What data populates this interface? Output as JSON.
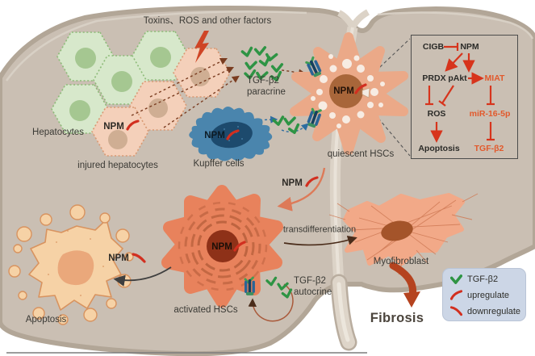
{
  "title": "Toxins、ROS and other factors",
  "labels": {
    "hepatocytes": "Hepatocytes",
    "injured_hepatocytes": "injured hepatocytes",
    "kupffer_cells": "Kupffer cells",
    "quiescent_hscs": "quiescent HSCs",
    "activated_hscs": "activated HSCs",
    "myofibroblast": "Myofibroblast",
    "apoptosis": "Apoptosis",
    "fibrosis": "Fibrosis",
    "transdifferentiation": "transdifferentiation",
    "npm": "NPM",
    "tgf_b2_paracrine": "TGF-β2\nparacrine",
    "tgf_b2_autocrine": "TGF-β2\nautocrine"
  },
  "pathway": {
    "nodes": {
      "cigb": "CIGB",
      "npm": "NPM",
      "prdx": "PRDX",
      "pakt": "pAkt",
      "miat": "MIAT",
      "ros": "ROS",
      "mir_16_5p": "miR-16-5p",
      "apoptosis": "Apoptosis",
      "tgf_b2": "TGF-β2"
    },
    "edges": [
      {
        "from": "CIGB",
        "to": "NPM",
        "effect": "inhibits"
      },
      {
        "from": "NPM",
        "to": "PRDX",
        "effect": "activates"
      },
      {
        "from": "NPM",
        "to": "pAkt",
        "effect": "activates"
      },
      {
        "from": "pAkt",
        "to": "MIAT",
        "effect": "activates"
      },
      {
        "from": "PRDX",
        "to": "ROS",
        "effect": "inhibits"
      },
      {
        "from": "pAkt",
        "to": "ROS",
        "effect": "inhibits"
      },
      {
        "from": "MIAT",
        "to": "miR-16-5p",
        "effect": "inhibits"
      },
      {
        "from": "ROS",
        "to": "Apoptosis",
        "effect": "activates"
      },
      {
        "from": "miR-16-5p",
        "to": "TGF-β2",
        "effect": "inhibits"
      }
    ]
  },
  "legend": {
    "items": [
      {
        "icon": "tgf-b2-check-icon",
        "label": "TGF-β2"
      },
      {
        "icon": "upregulate-icon",
        "label": "upregulate"
      },
      {
        "icon": "downregulate-icon",
        "label": "downregulate"
      }
    ]
  },
  "colors": {
    "liver": "#cabfb3",
    "liver_edge": "#b2a697",
    "ligament": "#dcd3c7",
    "hepatocyte": "#d7e8cb",
    "injured_hepatocyte": "#f4d0ba",
    "kupffer": "#4a85ad",
    "hsc_body": "#eba988",
    "hsc_nucleus": "#a8663a",
    "activated_hsc": "#e8825c",
    "activated_nucleus": "#8e3118",
    "myofibroblast": "#f2a988",
    "apoptotic_cell": "#f6d2a6",
    "tgf_check_green": "#2e9444",
    "regulate_red": "#d22f1f",
    "pathway_arrow_red": "#d7341c",
    "pathway_orange_text": "#e2592c",
    "legend_bg": "#ccd6e6",
    "fibrosis_arrow": "#b5431f"
  }
}
